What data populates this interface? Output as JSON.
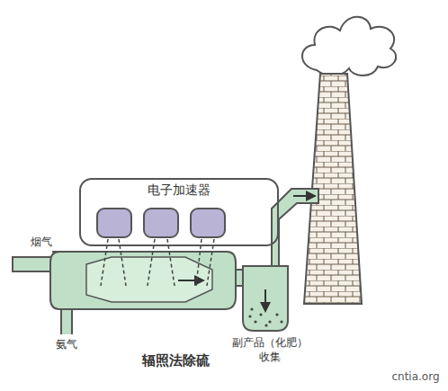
{
  "diagram": {
    "caption": "辐照法除硫",
    "nodes": [
      {
        "text": [
          "电子加速器"
        ]
      }
    ],
    "labels": [
      "烟气",
      "氨气",
      "副产品（化肥） 收集",
      "cntia.org"
    ]
  }
}
